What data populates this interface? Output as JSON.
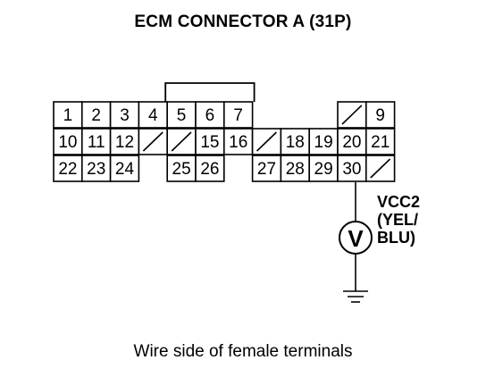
{
  "title": "ECM CONNECTOR A (31P)",
  "caption": "Wire side of female terminals",
  "wire": {
    "name": "VCC2",
    "color_line1": "(YEL/",
    "color_line2": "BLU)"
  },
  "meter_symbol": "V",
  "connector": {
    "rows": [
      [
        "1",
        "2",
        "3",
        "4",
        "5",
        "6",
        "7",
        "",
        "/",
        "9"
      ],
      [
        "10",
        "11",
        "12",
        "/",
        "/",
        "15",
        "16",
        "/",
        "18",
        "19",
        "20",
        "21"
      ],
      [
        "22",
        "23",
        "24",
        "",
        "25",
        "26",
        "",
        "27",
        "28",
        "29",
        "30",
        "/"
      ]
    ]
  },
  "colors": {
    "ink": "#000000",
    "background": "#ffffff"
  }
}
